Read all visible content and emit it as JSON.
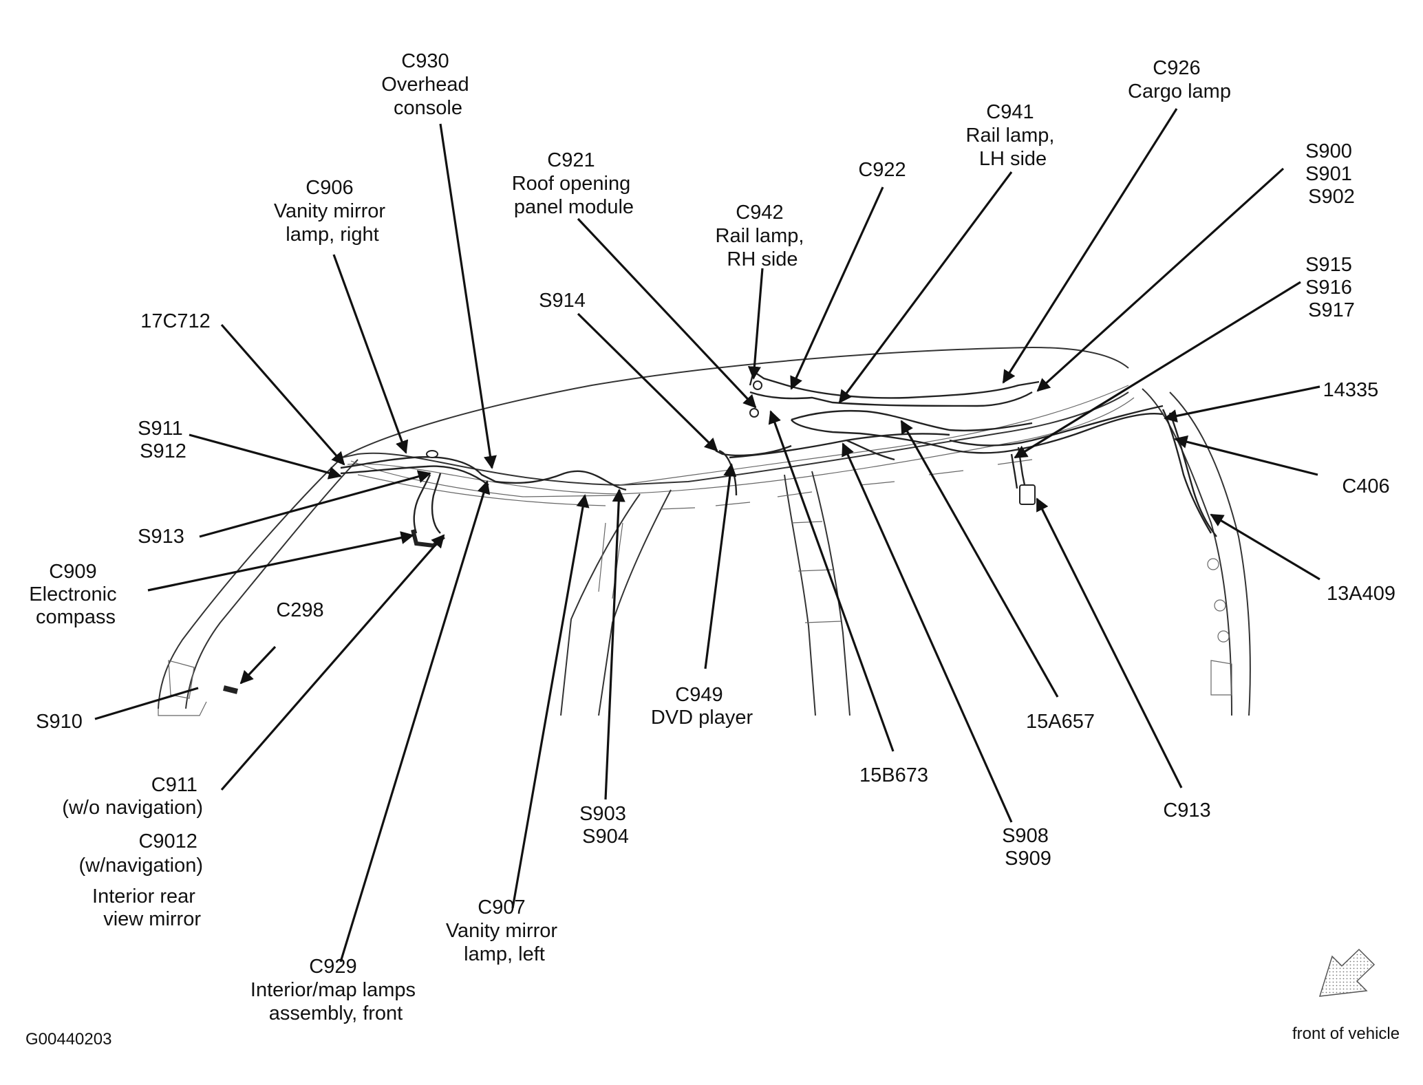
{
  "labels": [
    {
      "id": "c930",
      "lines": [
        "C930",
        "Overhead",
        "console"
      ]
    },
    {
      "id": "c906",
      "lines": [
        "C906",
        "Vanity mirror",
        "lamp, right"
      ]
    },
    {
      "id": "c921",
      "lines": [
        "C921",
        "Roof opening",
        "panel module"
      ]
    },
    {
      "id": "c942",
      "lines": [
        "C942",
        "Rail lamp,",
        "RH side"
      ]
    },
    {
      "id": "c922",
      "lines": [
        "C922"
      ]
    },
    {
      "id": "c941",
      "lines": [
        "C941",
        "Rail lamp,",
        "LH side"
      ]
    },
    {
      "id": "c926",
      "lines": [
        "C926",
        "Cargo lamp"
      ]
    },
    {
      "id": "s900",
      "lines": [
        "S900",
        "S901",
        "S902"
      ]
    },
    {
      "id": "s915",
      "lines": [
        "S915",
        "S916",
        "S917"
      ]
    },
    {
      "id": "s914",
      "lines": [
        "S914"
      ]
    },
    {
      "id": "c17c712",
      "lines": [
        "17C712"
      ]
    },
    {
      "id": "s911",
      "lines": [
        "S911",
        "S912"
      ]
    },
    {
      "id": "s913",
      "lines": [
        "S913"
      ]
    },
    {
      "id": "c909",
      "lines": [
        "C909",
        "Electronic",
        "compass"
      ]
    },
    {
      "id": "c298",
      "lines": [
        "C298"
      ]
    },
    {
      "id": "s910",
      "lines": [
        "S910"
      ]
    },
    {
      "id": "c911",
      "lines": [
        "C911",
        "(w/o navigation)"
      ]
    },
    {
      "id": "c9012",
      "lines": [
        "C9012",
        "(w/navigation)"
      ]
    },
    {
      "id": "mirror",
      "lines": [
        "Interior rear",
        "view mirror"
      ]
    },
    {
      "id": "c929",
      "lines": [
        "C929",
        "Interior/map lamps",
        "assembly, front"
      ]
    },
    {
      "id": "c907",
      "lines": [
        "C907",
        "Vanity mirror",
        "lamp, left"
      ]
    },
    {
      "id": "s903",
      "lines": [
        "S903",
        "S904"
      ]
    },
    {
      "id": "c949",
      "lines": [
        "C949",
        "DVD player"
      ]
    },
    {
      "id": "c15b673",
      "lines": [
        "15B673"
      ]
    },
    {
      "id": "s908",
      "lines": [
        "S908",
        "S909"
      ]
    },
    {
      "id": "c15a657",
      "lines": [
        "15A657"
      ]
    },
    {
      "id": "c913",
      "lines": [
        "C913"
      ]
    },
    {
      "id": "c14335",
      "lines": [
        "14335"
      ]
    },
    {
      "id": "c406",
      "lines": [
        "C406"
      ]
    },
    {
      "id": "c13a409",
      "lines": [
        "13A409"
      ]
    }
  ],
  "figure_id": "G00440203",
  "orientation_label": "front of vehicle",
  "icons": {
    "orientation": "front-arrow-icon"
  },
  "colors": {
    "ink": "#111111",
    "background": "#ffffff"
  }
}
